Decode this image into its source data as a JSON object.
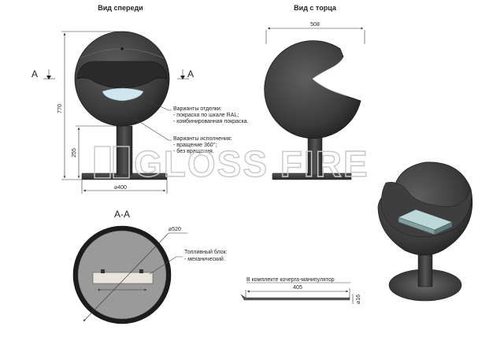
{
  "titles": {
    "front_view": "Вид спереди",
    "end_view": "Вид с торца",
    "section": "A-A"
  },
  "section_markers": {
    "left": "A",
    "right": "A"
  },
  "dimensions": {
    "height_total": "770",
    "stand_height": "255",
    "base_diameter": "⌀400",
    "end_width": "508",
    "sphere_diameter": "⌀520",
    "poker_length": "405",
    "poker_diameter": "⌀16"
  },
  "notes": {
    "finish": {
      "title": "Варианты отделки:",
      "lines": [
        "- покраска по шкале RAL;",
        "- комбинированная покраска."
      ]
    },
    "execution": {
      "title": "Варианты исполнения:",
      "lines": [
        "- вращение 360°;",
        "- без вращения."
      ]
    },
    "fuel_block": {
      "title": "Топливный блок:",
      "lines": [
        "- механический."
      ]
    },
    "poker": "В комплекте кочерга-манипулятор"
  },
  "watermark": "GLOSS FIRE",
  "colors": {
    "body": "#3b3b3b",
    "body_dark": "#232323",
    "glass": "#cfe6ef",
    "section_fill": "#9a9a9a",
    "burner": "#e9e4dc"
  }
}
